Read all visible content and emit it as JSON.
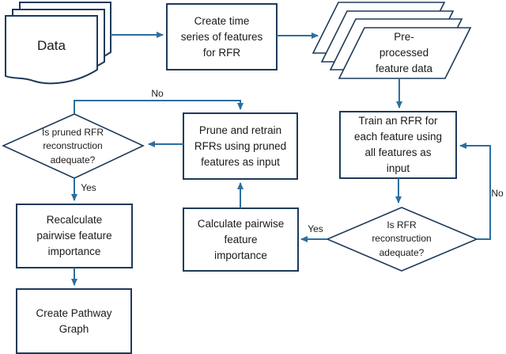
{
  "colors": {
    "shape_border": "#1e3a5a",
    "arrow": "#2c6f9e",
    "text": "#1a1a1a",
    "background": "#ffffff"
  },
  "flowchart": {
    "nodes": {
      "data": {
        "label": "Data",
        "shape": "multidocument"
      },
      "create_series": {
        "label": "Create time\nseries of features\nfor RFR",
        "shape": "process"
      },
      "preprocessed": {
        "label": "Pre-\nprocessed\nfeature data",
        "shape": "stacked-data"
      },
      "train_rfr": {
        "label": "Train an RFR for\neach feature using\nall features as\ninput",
        "shape": "process"
      },
      "rfr_adequate": {
        "label": "Is RFR\nreconstruction\nadequate?",
        "shape": "decision"
      },
      "calc_importance": {
        "label": "Calculate pairwise\nfeature\nimportance",
        "shape": "process"
      },
      "prune_retrain": {
        "label": "Prune and retrain\nRFRs using pruned\nfeatures as input",
        "shape": "process"
      },
      "pruned_adequate": {
        "label": "Is pruned RFR\nreconstruction\nadequate?",
        "shape": "decision"
      },
      "recalc_importance": {
        "label": "Recalculate\npairwise feature\nimportance",
        "shape": "process"
      },
      "pathway_graph": {
        "label": "Create Pathway\nGraph",
        "shape": "process"
      }
    },
    "edge_labels": {
      "pruned_no": "No",
      "pruned_yes": "Yes",
      "rfr_no": "No",
      "rfr_yes": "Yes"
    }
  }
}
